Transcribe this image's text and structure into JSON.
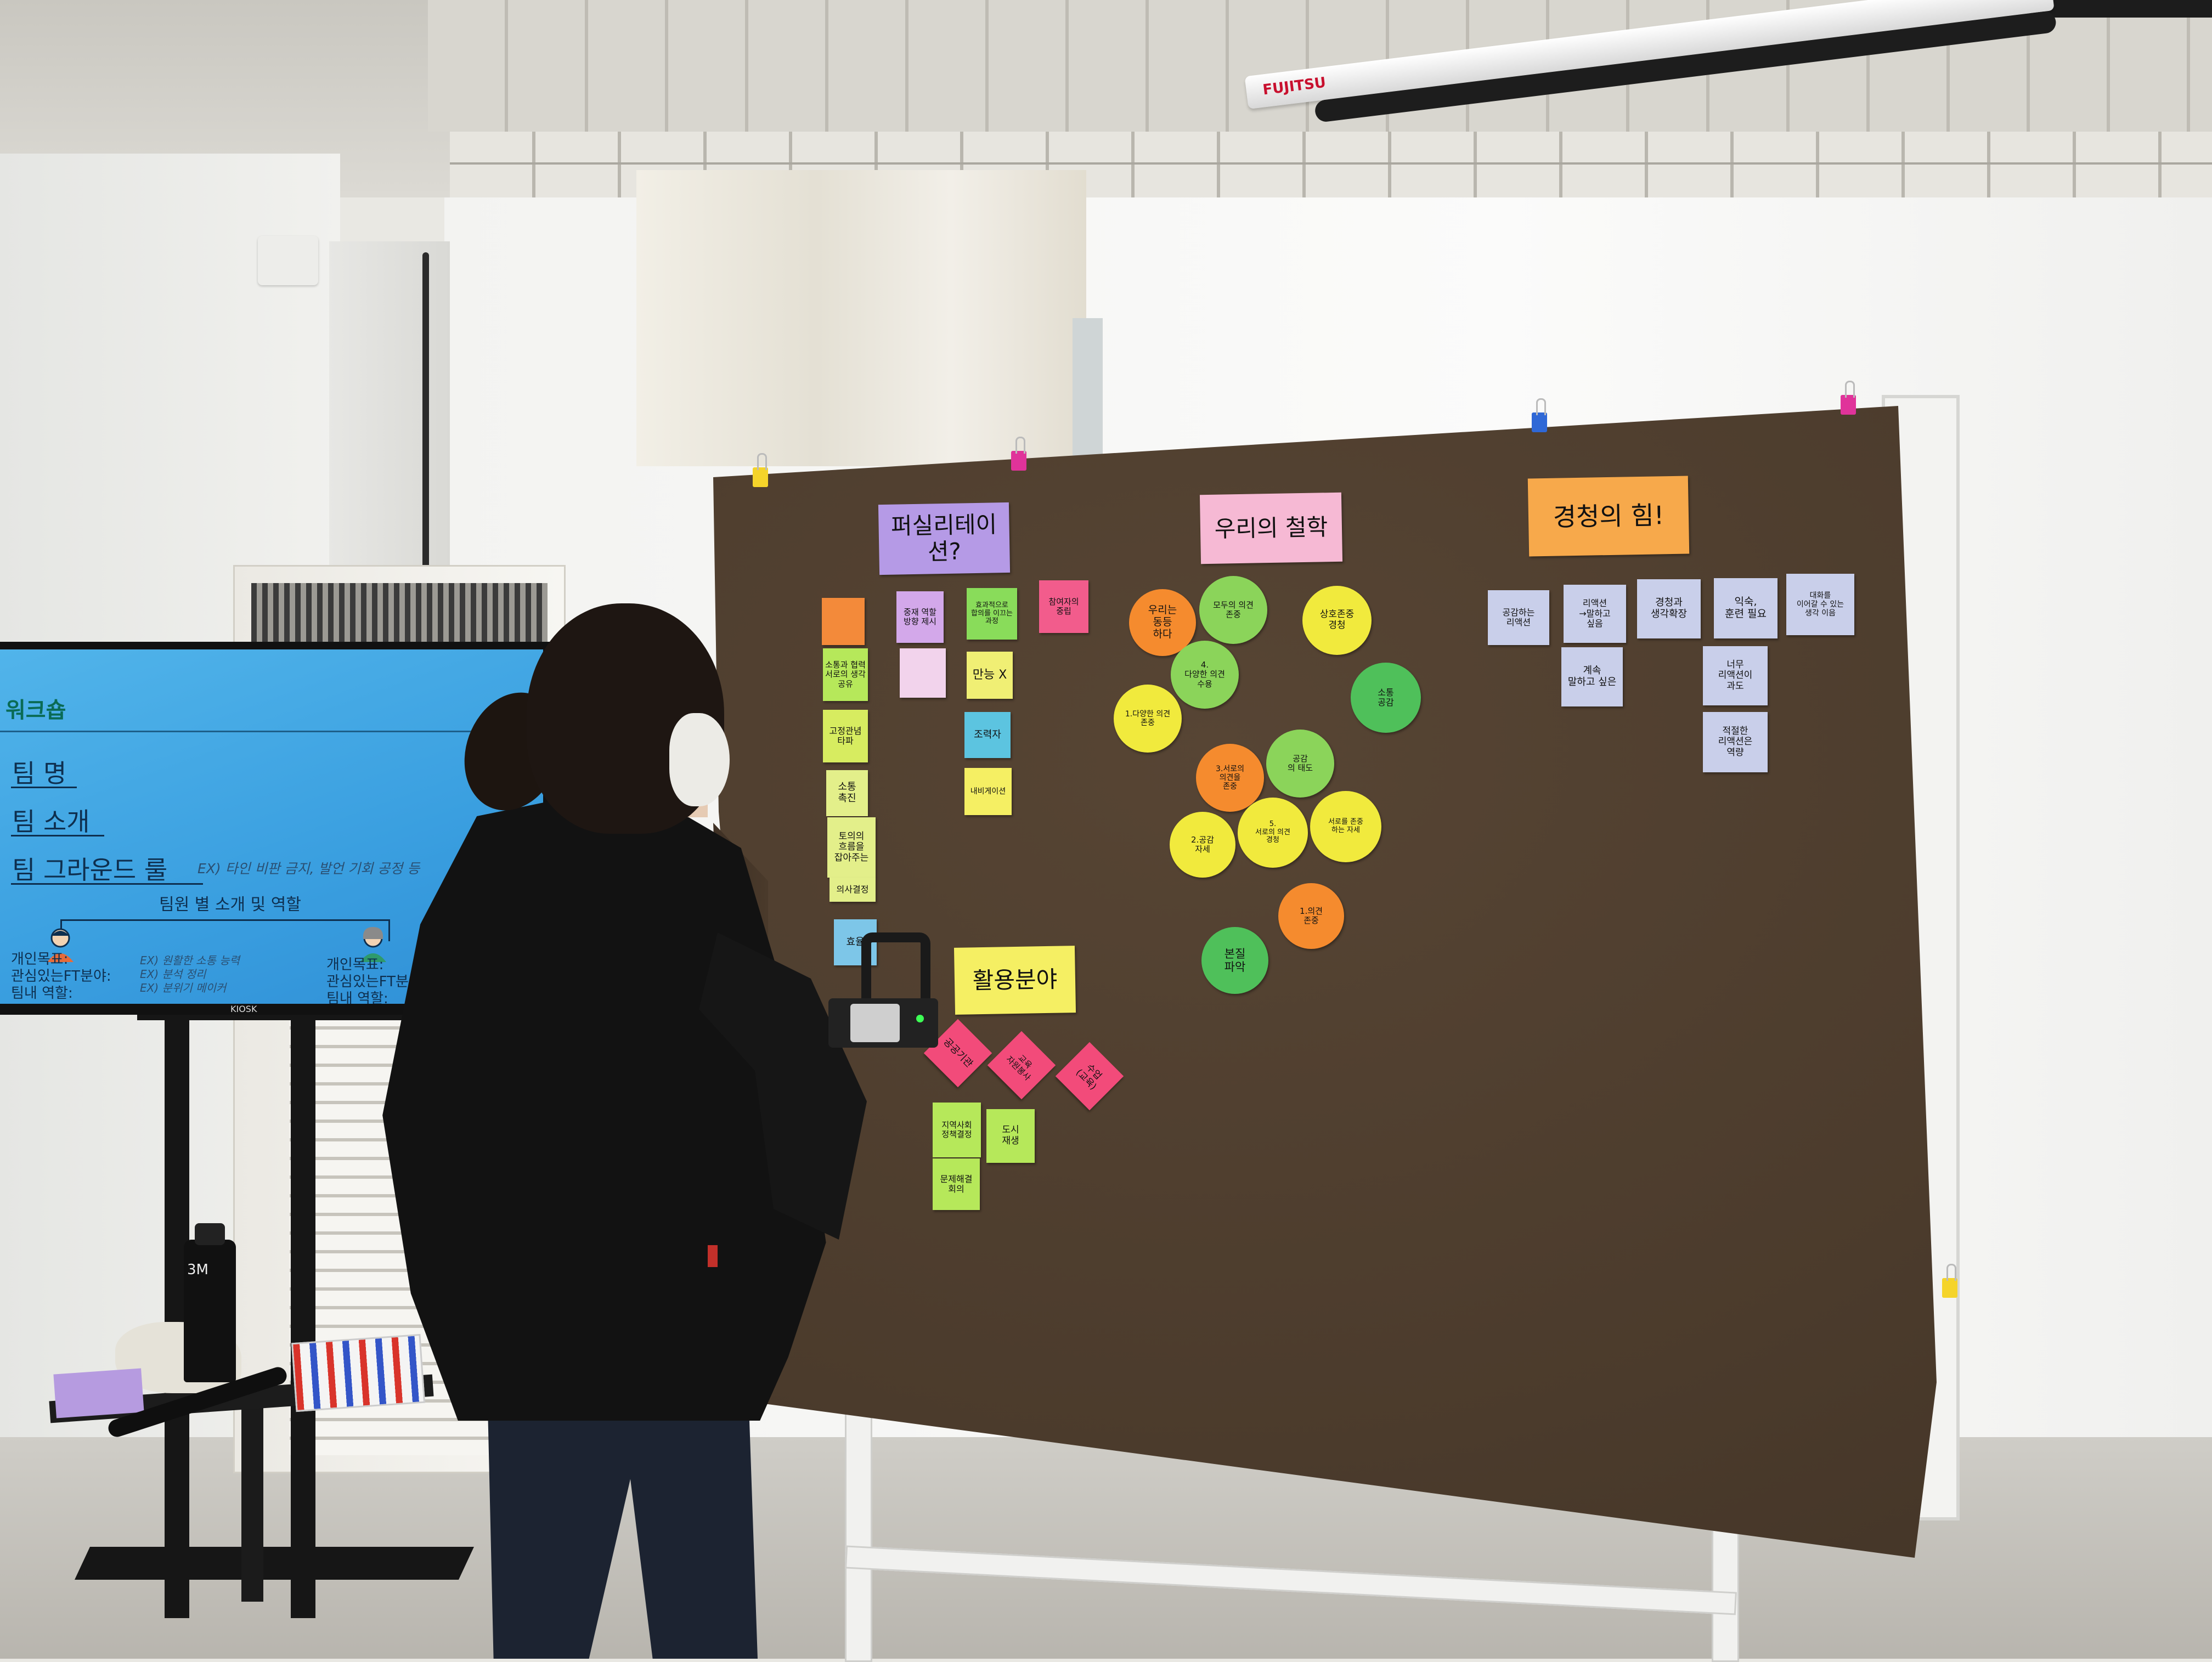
{
  "tv": {
    "title": "워크숍",
    "team_name": "팀 명",
    "team_intro": "팀 소개",
    "ground_rule": "팀 그라운드 룰",
    "ground_rule_example": "EX) 타인 비판 금지, 발언 기회 공정 등",
    "member_intro": "팀원 별 소개 및 역할",
    "goal_left": "개인목표:\n관심있는FT분야:\n팀내 역할:",
    "goal_right": "개인목표:\n관심있는FT분야:\n팀내 역할:",
    "example_mid": "EX) 원활한 소통 능력\nEX) 분석 정리\nEX) 분위기 메이커",
    "brand": "KIOSK"
  },
  "can_label": "3M",
  "projector_brand": "FUJITSU",
  "board": {
    "headers": [
      {
        "text": "퍼실리테이션?",
        "color": "#b59ae6"
      },
      {
        "text": "우리의 철학",
        "color": "#f6b9d4"
      },
      {
        "text": "경청의 힘!",
        "color": "#f7a94b"
      },
      {
        "text": "활용분야",
        "color": "#f5ef63"
      }
    ],
    "col1_notes": [
      {
        "text": "",
        "color": "#f38a3a"
      },
      {
        "text": "소통과 협력\n서로의 생각\n공유",
        "color": "#b6e85a"
      },
      {
        "text": "고정관념\n타파",
        "color": "#d7ec60"
      },
      {
        "text": "소통\n촉진",
        "color": "#e3ef8a"
      },
      {
        "text": "토의의\n흐름을\n잡아주는",
        "color": "#e3ef8a"
      },
      {
        "text": "의사결정",
        "color": "#e3ef8a"
      },
      {
        "text": "효율",
        "color": "#7dc6e8"
      }
    ],
    "col2_notes": [
      {
        "text": "중재 역할\n방향 제시",
        "color": "#d3a8ea"
      },
      {
        "text": "",
        "color": "#f2d3ec"
      }
    ],
    "col3_notes": [
      {
        "text": "효과적으로\n합의를 이끄는\n과정",
        "color": "#89dc5a"
      },
      {
        "text": "만능 X",
        "color": "#f0ef74"
      },
      {
        "text": "조력자",
        "color": "#5cc4e0"
      },
      {
        "text": "내비게이션",
        "color": "#f5ef63"
      }
    ],
    "col4_notes": [
      {
        "text": "참여자의\n중립",
        "color": "#f25c8c"
      }
    ],
    "philosophy_circles": [
      {
        "text": "우리는\n동등\n하다",
        "color": "#f58b2e"
      },
      {
        "text": "모두의 의견\n존중",
        "color": "#8bd45a"
      },
      {
        "text": "상호존중\n경청",
        "color": "#f1ea3d"
      },
      {
        "text": "4.\n다양한 의견\n수용",
        "color": "#8bd45a"
      },
      {
        "text": "1.다양한 의견\n존중",
        "color": "#f1ea3d"
      },
      {
        "text": "소통\n공감",
        "color": "#4fc05a"
      },
      {
        "text": "3.서로의\n의견을\n존중",
        "color": "#f58b2e"
      },
      {
        "text": "공감\n의 태도",
        "color": "#8bd45a"
      },
      {
        "text": "2.공감\n자세",
        "color": "#f1ea3d"
      },
      {
        "text": "5.\n서로의 의견\n경청",
        "color": "#f1ea3d"
      },
      {
        "text": "서로를 존중\n하는 자세",
        "color": "#f1ea3d"
      },
      {
        "text": "1.의견\n존중",
        "color": "#f58b2e"
      },
      {
        "text": "본질\n파악",
        "color": "#4fc05a"
      }
    ],
    "listening_notes": [
      {
        "text": "공감하는\n리액션",
        "color": "#c9cfea"
      },
      {
        "text": "리액션\n→말하고\n싶음",
        "color": "#c9cfea"
      },
      {
        "text": "경청과\n생각확장",
        "color": "#c9cfea"
      },
      {
        "text": "익숙,\n훈련 필요",
        "color": "#c9cfea"
      },
      {
        "text": "대화를\n이어갈 수 있는\n생각 이음",
        "color": "#c9cfea"
      },
      {
        "text": "계속\n말하고 싶은",
        "color": "#c9cfea"
      },
      {
        "text": "너무\n리액션이\n과도",
        "color": "#c9cfea"
      },
      {
        "text": "적절한\n리액션은\n역량",
        "color": "#c9cfea"
      }
    ],
    "field_notes": [
      {
        "text": "공공기관",
        "color": "#f24b7a"
      },
      {
        "text": "교육\n자원봉사",
        "color": "#f24b7a"
      },
      {
        "text": "수업\n(교육)",
        "color": "#f24b7a"
      },
      {
        "text": "지역사회\n정책결정",
        "color": "#b6e85a"
      },
      {
        "text": "도시\n재생",
        "color": "#b6e85a"
      },
      {
        "text": "문제해결\n회의",
        "color": "#b6e85a"
      }
    ]
  }
}
